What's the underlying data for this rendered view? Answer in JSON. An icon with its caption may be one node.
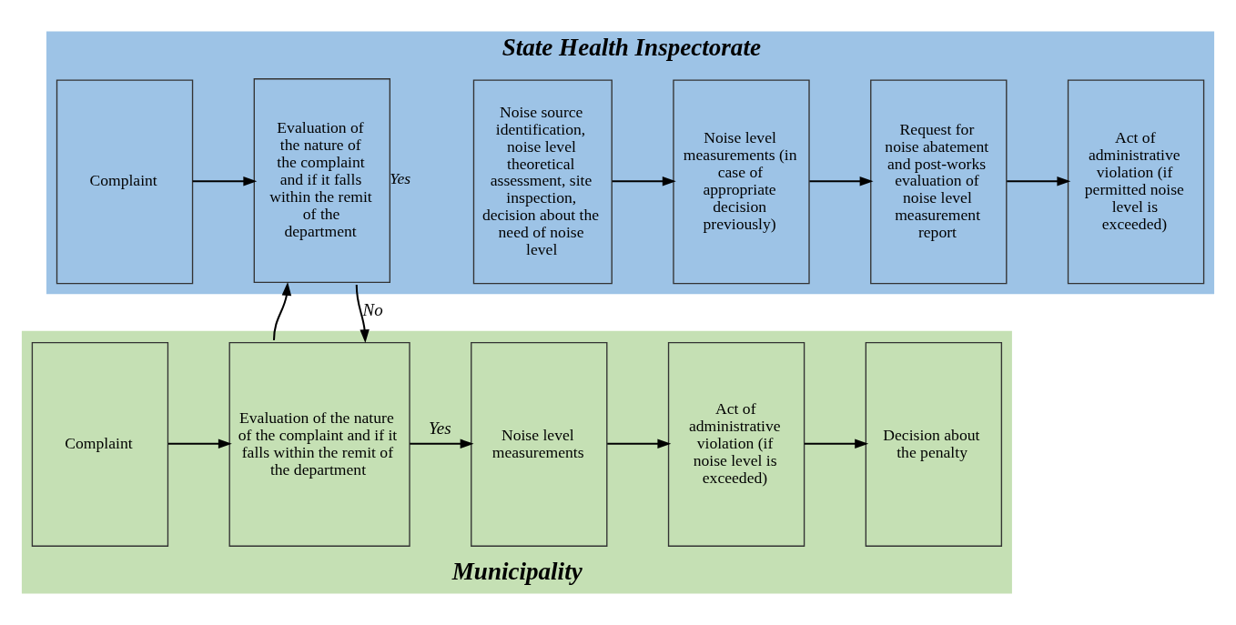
{
  "diagram": {
    "nodes": [
      {
        "text": [
          "State Health Inspectorate"
        ]
      },
      {
        "text": [
          "Complaint"
        ],
        "in": 0
      },
      {
        "text": [
          "Evaluation of the nature of the complaint and if it falls within the remit of the department"
        ],
        "beside": [
          "Yes"
        ],
        "in": 0
      },
      {
        "text": [
          "Noise source identification, noise level theoretical assessment, site inspection, decision about the need of noise level"
        ],
        "in": 0
      },
      {
        "text": [
          "Noise level measurements (in case of appropriate decision previously)"
        ],
        "in": 0
      },
      {
        "text": [
          "Request for noise abatement and post-works evaluation of noise level measurement report"
        ],
        "in": 0
      },
      {
        "text": [
          "Act of administrative violation (if permitted noise level is exceeded)"
        ],
        "in": 0
      },
      {
        "text": [
          "Municipality"
        ]
      },
      {
        "text": [
          "Complaint"
        ],
        "in": 7
      },
      {
        "text": [
          "Evaluation of the nature of the complaint and if it falls within the remit of the department"
        ],
        "in": 7
      },
      {
        "text": [
          "Noise level measurements"
        ],
        "in": 7
      },
      {
        "text": [
          "Act of administrative violation (if noise level is exceeded)"
        ],
        "in": 7
      },
      {
        "text": [
          "Decision about the penalty"
        ],
        "in": 7
      }
    ],
    "edges": [
      {
        "from": 1,
        "to": 2,
        "arrow": "to"
      },
      {
        "from": 3,
        "to": 4,
        "arrow": "to"
      },
      {
        "from": 4,
        "to": 5,
        "arrow": "to"
      },
      {
        "from": 5,
        "to": 6,
        "arrow": "to"
      },
      {
        "from": 9,
        "to": 2,
        "arrow": "to"
      },
      {
        "from": 2,
        "to": 9,
        "arrow": "to",
        "label": "No"
      },
      {
        "from": 8,
        "to": 9,
        "arrow": "to"
      },
      {
        "from": 9,
        "to": 10,
        "arrow": "to",
        "label": "Yes"
      },
      {
        "from": 10,
        "to": 11,
        "arrow": "to"
      },
      {
        "from": 11,
        "to": 12,
        "arrow": "to"
      }
    ]
  }
}
